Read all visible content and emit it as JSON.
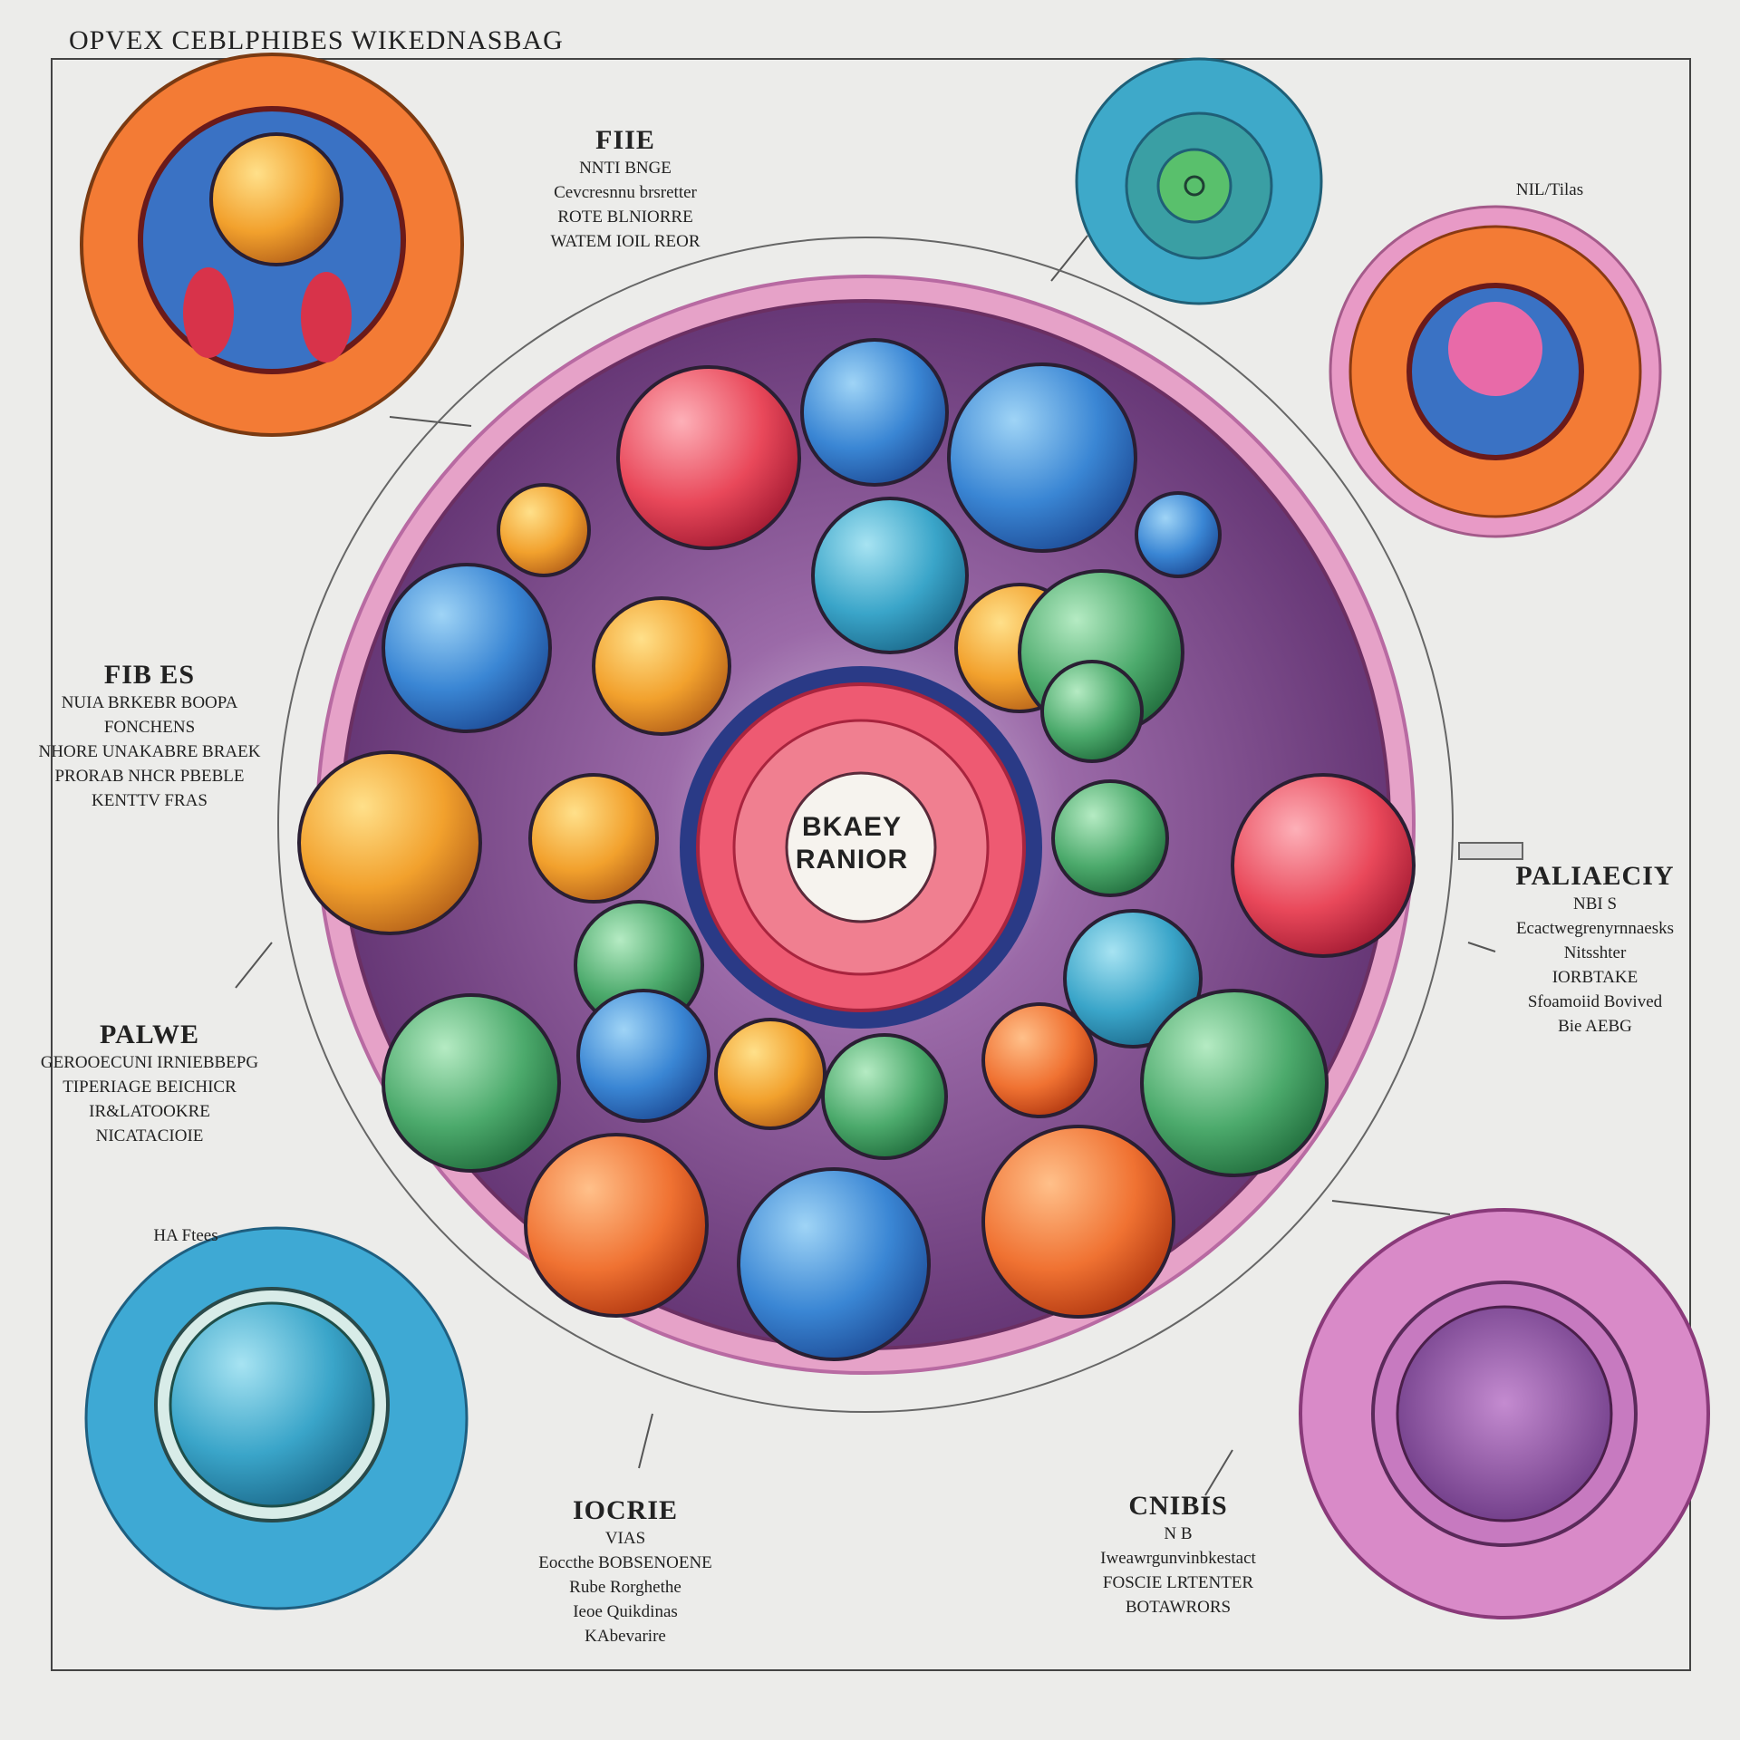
{
  "title": "OPVEX CEBLPHIBES WIKEDNASBAG",
  "center_label": [
    "BKAEY",
    "RANIOR"
  ],
  "labels": {
    "top_center": {
      "heading": "FIIE",
      "lines": [
        "NNTI BNGE",
        "Cevcresnnu brsretter",
        "ROTE BLNIORRE",
        "WATEM IOIL REOR"
      ]
    },
    "top_right": {
      "heading": "",
      "lines": [
        "NIL/Tilas"
      ]
    },
    "left_upper": {
      "heading": "FIB ES",
      "lines": [
        "NUIA BRKEBR BOOPA",
        "FONCHENS",
        "NHORE UNAKABRE BRAEK",
        "PRORAB NHCR PBEBLE",
        "KENTTV FRAS"
      ]
    },
    "left_lower": {
      "heading": "PALWE",
      "lines": [
        "GEROOECUNI IRNIEBBEPG",
        "TIPERIAGE BEICHICR",
        "IR&LATOOKRE",
        "NICATACIOIE"
      ]
    },
    "left_bottom": {
      "heading": "",
      "lines": [
        "HA Ftees"
      ]
    },
    "right_mid": {
      "heading": "PALIAECIY",
      "lines": [
        "NBI S",
        "Ecactwegrenyrnnaesks",
        "Nitsshter",
        "IORBTAKE",
        "Sfoamoiid Bovived",
        "Bie AEBG"
      ]
    },
    "bottom_center": {
      "heading": "IOCRIE",
      "lines": [
        "VIAS",
        "Eoccthe BOBSENOENE",
        "Rube Rorghethe",
        "Ieoe Quikdinas",
        "KAbevarire"
      ]
    },
    "bottom_right": {
      "heading": "CNIBIS",
      "lines": [
        "N B",
        "Iweawrgunvinbkestact",
        "FOSCIE LRTENTER",
        "BOTAWRORS"
      ]
    }
  },
  "colors": {
    "background": "#ececea",
    "cytoplasm": "#6a3878",
    "membrane": "#e6a2c8",
    "nucleus_red": "#ee5a72",
    "nucleus_ring": "#2a3a86",
    "orange": "#f37b35",
    "blue": "#3a8fd8",
    "teal": "#3aa5c9",
    "green": "#4faa6e",
    "yellow_orange": "#f2a12d",
    "pink": "#d98ac8",
    "red": "#e94a58"
  }
}
